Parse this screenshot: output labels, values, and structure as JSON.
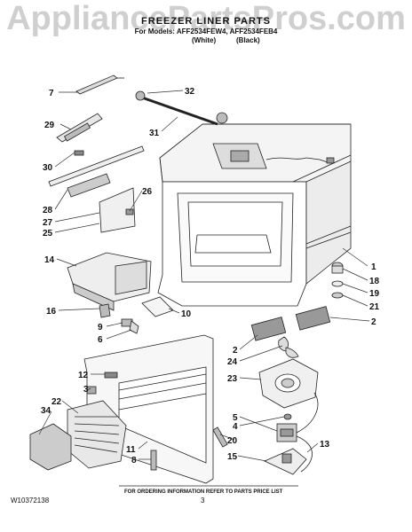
{
  "watermark": {
    "text": "AppliancePartsPros.com"
  },
  "header": {
    "title": "FREEZER LINER PARTS",
    "models": "For Models: AFF2534FEW4, AFF2534FEB4",
    "color_white": "(White)",
    "color_black": "(Black)"
  },
  "callouts": [
    {
      "id": "c7",
      "label": "7"
    },
    {
      "id": "c32",
      "label": "32"
    },
    {
      "id": "c29",
      "label": "29"
    },
    {
      "id": "c31",
      "label": "31"
    },
    {
      "id": "c30",
      "label": "30"
    },
    {
      "id": "c26",
      "label": "26"
    },
    {
      "id": "c28",
      "label": "28"
    },
    {
      "id": "c27",
      "label": "27"
    },
    {
      "id": "c25",
      "label": "25"
    },
    {
      "id": "c14",
      "label": "14"
    },
    {
      "id": "c1",
      "label": "1"
    },
    {
      "id": "c18",
      "label": "18"
    },
    {
      "id": "c19",
      "label": "19"
    },
    {
      "id": "c16",
      "label": "16"
    },
    {
      "id": "c10",
      "label": "10"
    },
    {
      "id": "c21",
      "label": "21"
    },
    {
      "id": "c9",
      "label": "9"
    },
    {
      "id": "c2a",
      "label": "2"
    },
    {
      "id": "c6",
      "label": "6"
    },
    {
      "id": "c2b",
      "label": "2"
    },
    {
      "id": "c24",
      "label": "24"
    },
    {
      "id": "c12",
      "label": "12"
    },
    {
      "id": "c23",
      "label": "23"
    },
    {
      "id": "c3",
      "label": "3"
    },
    {
      "id": "c22",
      "label": "22"
    },
    {
      "id": "c34",
      "label": "34"
    },
    {
      "id": "c5",
      "label": "5"
    },
    {
      "id": "c4",
      "label": "4"
    },
    {
      "id": "c20",
      "label": "20"
    },
    {
      "id": "c13",
      "label": "13"
    },
    {
      "id": "c11",
      "label": "11"
    },
    {
      "id": "c8",
      "label": "8"
    },
    {
      "id": "c15",
      "label": "15"
    }
  ],
  "footer": {
    "ordering_note": "FOR ORDERING INFORMATION REFER TO PARTS PRICE LIST",
    "doc_number": "W10372138",
    "page_number": "3"
  }
}
